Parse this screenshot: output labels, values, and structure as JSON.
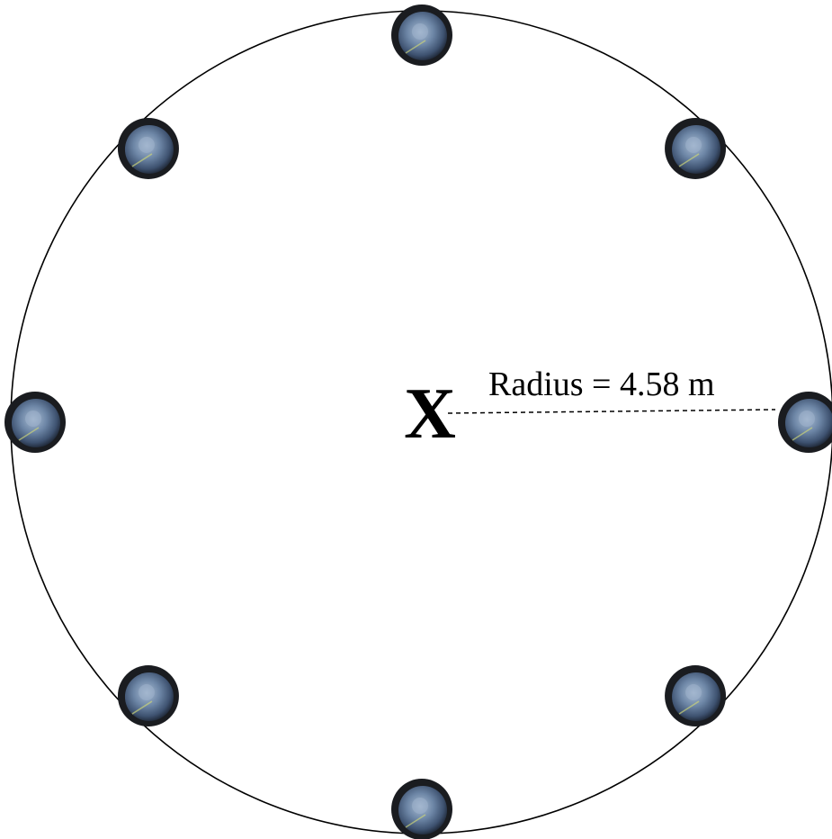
{
  "diagram": {
    "center_mark": "X",
    "radius_label": "Radius = 4.58 m",
    "containers": [
      {
        "name": "container-top"
      },
      {
        "name": "container-top-right"
      },
      {
        "name": "container-right"
      },
      {
        "name": "container-bottom-right"
      },
      {
        "name": "container-bottom"
      },
      {
        "name": "container-bottom-left"
      },
      {
        "name": "container-left"
      },
      {
        "name": "container-top-left"
      }
    ],
    "colors": {
      "line": "#000000",
      "container_rim": "#1a1c20",
      "container_inner": "#5a7294",
      "container_highlight": "#9fb3cc"
    }
  }
}
